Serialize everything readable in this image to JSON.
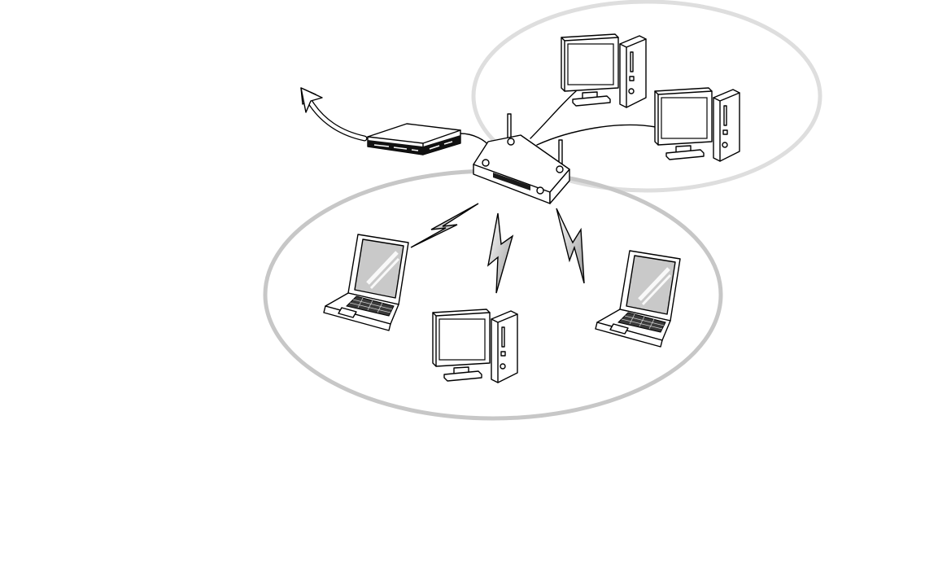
{
  "diagram": {
    "type": "wireless-network-topology",
    "zones": [
      {
        "name": "wired-zone",
        "outline_color": "#dedede"
      },
      {
        "name": "wireless-zone",
        "outline_color": "#c7c7c7"
      }
    ],
    "devices": [
      {
        "name": "access-point",
        "icon": "wireless-access-point-icon"
      },
      {
        "name": "modem",
        "icon": "modem-icon"
      },
      {
        "name": "internet-uplink",
        "icon": "curved-arrow-icon"
      },
      {
        "name": "desktop-wired-1",
        "icon": "desktop-computer-icon"
      },
      {
        "name": "desktop-wired-2",
        "icon": "desktop-computer-icon"
      },
      {
        "name": "laptop-wireless-left",
        "icon": "laptop-icon"
      },
      {
        "name": "desktop-wireless-center",
        "icon": "desktop-computer-icon"
      },
      {
        "name": "laptop-wireless-right",
        "icon": "laptop-icon"
      }
    ],
    "links": {
      "wired": [
        "modem",
        "desktop-wired-1",
        "desktop-wired-2"
      ],
      "wireless": [
        "laptop-wireless-left",
        "desktop-wireless-center",
        "laptop-wireless-right"
      ]
    }
  }
}
